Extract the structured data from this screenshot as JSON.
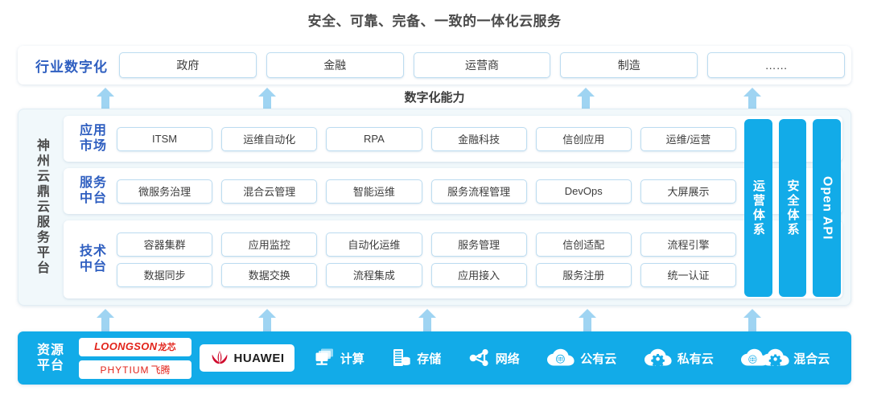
{
  "title": "安全、可靠、完备、一致的一体化云服务",
  "colors": {
    "brand_blue": "#12abe8",
    "arrow_blue": "#9fd4f2",
    "label_blue": "#2f5fc0",
    "panel_bg": "#f1f8fb",
    "box_border": "#bcdcf0",
    "logo_red": "#e2231a",
    "text_dark": "#3c3c3c"
  },
  "industry": {
    "label": "行业数字化",
    "items": [
      "政府",
      "金融",
      "运营商",
      "制造",
      "……"
    ]
  },
  "middle": {
    "capability_label": "数字化能力",
    "arrow_count": 4
  },
  "platform": {
    "vertical_title": "神州云鼎云服务平台",
    "layers": [
      {
        "label": "应用\n市场",
        "label_line1": "应用",
        "label_line2": "市场",
        "rows": [
          [
            "ITSM",
            "运维自动化",
            "RPA",
            "金融科技",
            "信创应用",
            "运维/运营"
          ]
        ]
      },
      {
        "label_line1": "服务",
        "label_line2": "中台",
        "rows": [
          [
            "微服务治理",
            "混合云管理",
            "智能运维",
            "服务流程管理",
            "DevOps",
            "大屏展示"
          ]
        ]
      },
      {
        "label_line1": "技术",
        "label_line2": "中台",
        "rows": [
          [
            "容器集群",
            "应用监控",
            "自动化运维",
            "服务管理",
            "信创适配",
            "流程引擎"
          ],
          [
            "数据同步",
            "数据交换",
            "流程集成",
            "应用接入",
            "服务注册",
            "统一认证"
          ]
        ]
      }
    ],
    "side_bars": [
      {
        "text": "运营体系",
        "latin": false
      },
      {
        "text": "安全体系",
        "latin": false
      },
      {
        "text": "Open API",
        "latin": true
      }
    ]
  },
  "lower": {
    "arrow_count": 5
  },
  "resource": {
    "label_line1": "资源",
    "label_line2": "平台",
    "logos": [
      {
        "name": "loongson",
        "latin": "LOONGSON",
        "cn": "龙芯"
      },
      {
        "name": "phytium",
        "latin": "PHYTIUM",
        "cn": "飞腾"
      }
    ],
    "huawei": {
      "text": "HUAWEI",
      "icon": "huawei-flower-icon"
    },
    "items": [
      {
        "label": "计算",
        "icon": "compute-monitor-icon"
      },
      {
        "label": "存储",
        "icon": "storage-server-icon"
      },
      {
        "label": "网络",
        "icon": "network-nodes-icon"
      },
      {
        "label": "公有云",
        "icon": "cloud-globe-icon"
      },
      {
        "label": "私有云",
        "icon": "cloud-gear-icon"
      },
      {
        "label": "混合云",
        "icon": "cloud-globe-gear-icon"
      }
    ]
  }
}
